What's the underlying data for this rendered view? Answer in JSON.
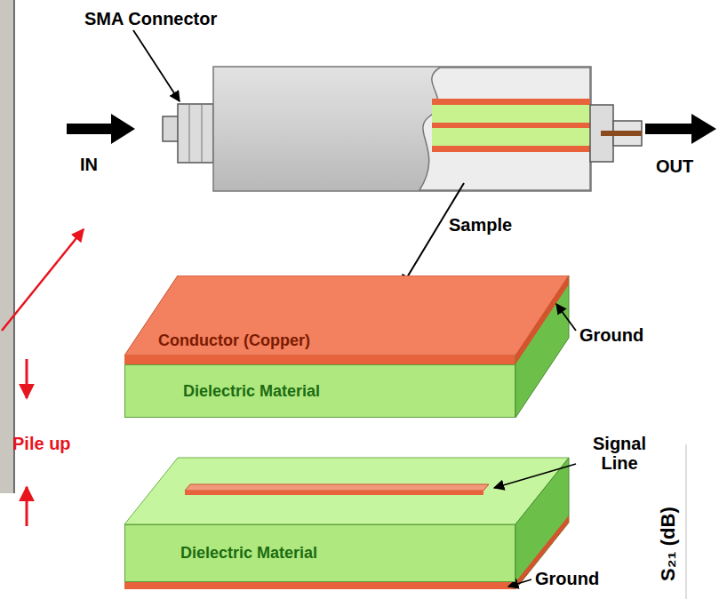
{
  "diagram": {
    "nodes": [
      {
        "text": [
          "Conductor (Copper)"
        ]
      },
      {
        "text": [
          "Dielectric Material"
        ]
      },
      {
        "text": [
          "Dielectric Material"
        ]
      }
    ],
    "labels": [
      "SMA Connector",
      "IN",
      "OUT",
      "Sample",
      "Ground",
      "Pile up",
      "Signal Line",
      "Ground",
      "S₂₁ (dB)"
    ]
  }
}
